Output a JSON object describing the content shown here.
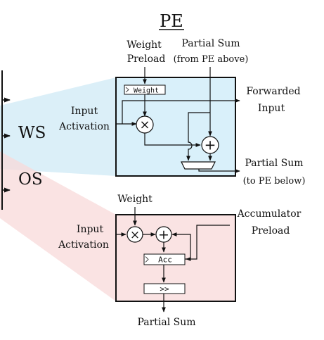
{
  "title": "PE",
  "modes": {
    "ws": "WS",
    "os": "OS"
  },
  "ws_pe": {
    "weight_preload": [
      "Weight",
      "Preload"
    ],
    "partial_sum_in": [
      "Partial Sum",
      "(from PE above)"
    ],
    "weight_register": "Weight",
    "input_activation": [
      "Input",
      "Activation"
    ],
    "forwarded_input": [
      "Forwarded",
      "Input"
    ],
    "partial_sum_out": [
      "Partial Sum",
      "(to PE below)"
    ],
    "multiply_symbol": "×",
    "add_symbol": "+"
  },
  "os_pe": {
    "weight": "Weight",
    "input_activation": [
      "Input",
      "Activation"
    ],
    "accumulator_preload": [
      "Accumulator",
      "Preload"
    ],
    "acc_register": "Acc",
    "shift_op": ">>",
    "partial_sum_out": "Partial Sum",
    "multiply_symbol": "×",
    "add_symbol": "+"
  },
  "colors": {
    "ws_fill": "#d9f0fa",
    "os_fill": "#fae3e3",
    "ws_cone": "#cfe9f5",
    "os_cone": "#f8dada",
    "line": "#111111"
  }
}
